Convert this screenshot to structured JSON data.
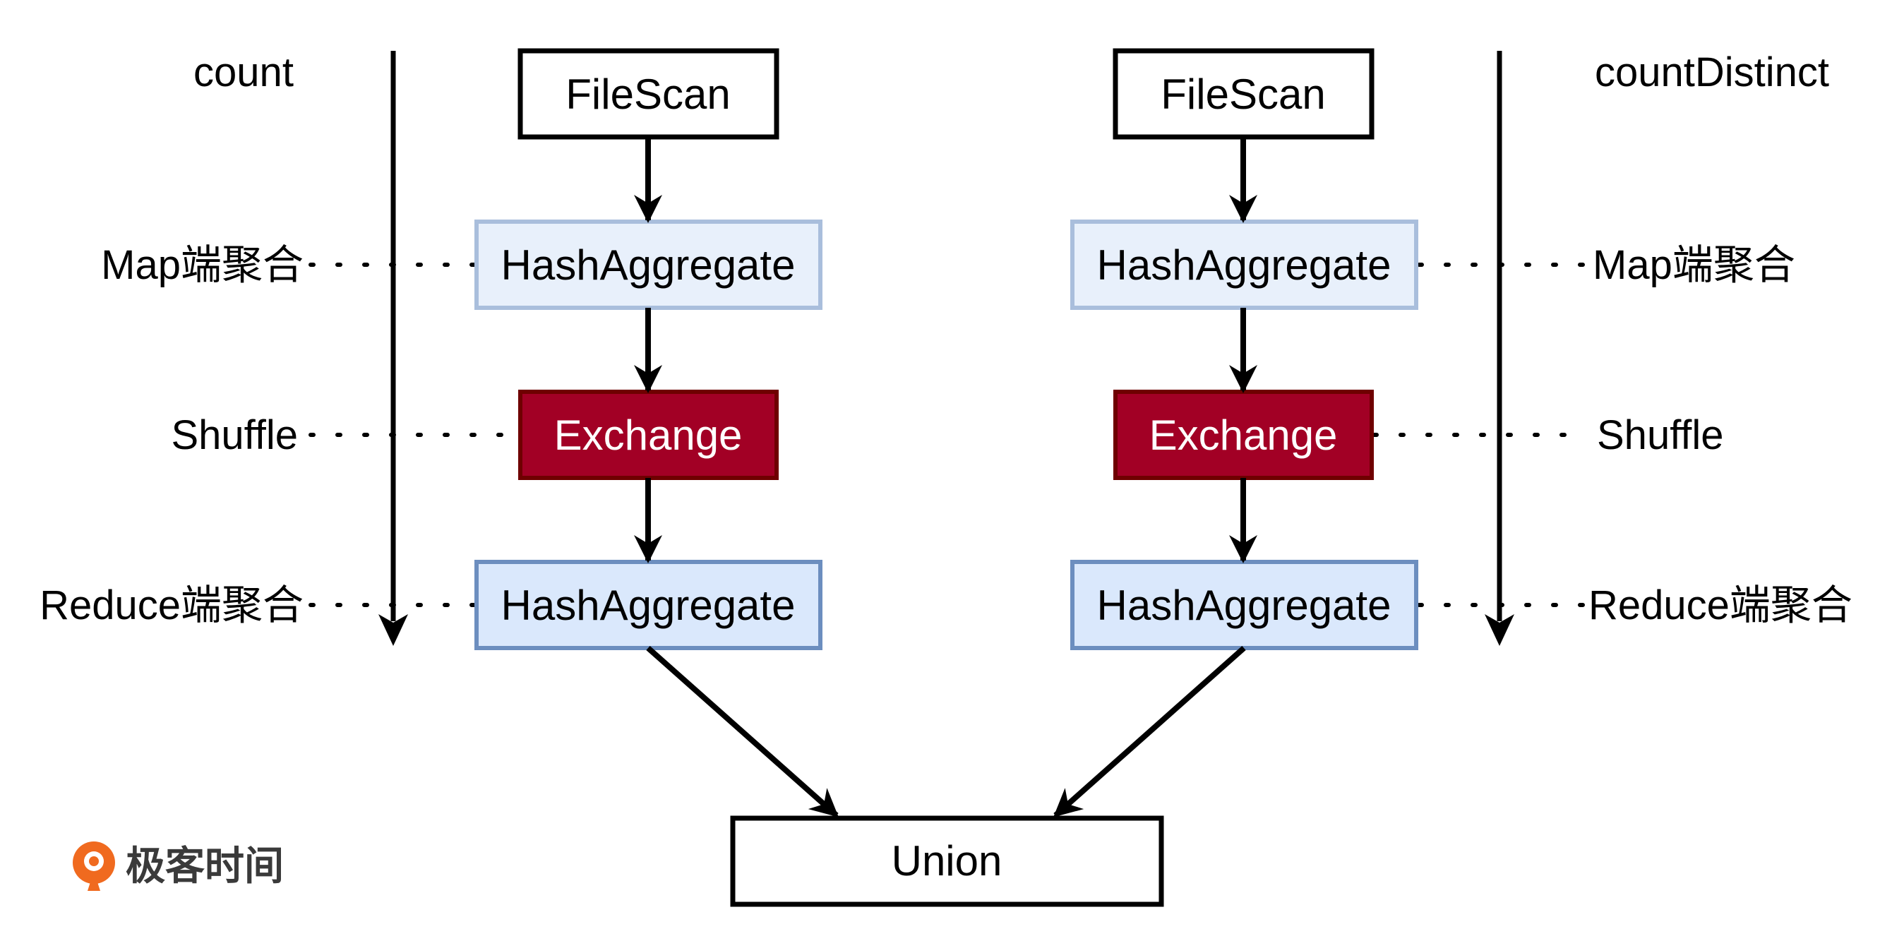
{
  "left": {
    "title": "count",
    "filescan": "FileScan",
    "map_agg": "HashAggregate",
    "exchange": "Exchange",
    "reduce_agg": "HashAggregate",
    "label_map": "Map端聚合",
    "label_shuffle": "Shuffle",
    "label_reduce": "Reduce端聚合"
  },
  "right": {
    "title": "countDistinct",
    "filescan": "FileScan",
    "map_agg": "HashAggregate",
    "exchange": "Exchange",
    "reduce_agg": "HashAggregate",
    "label_map": "Map端聚合",
    "label_shuffle": "Shuffle",
    "label_reduce": "Reduce端聚合"
  },
  "union": "Union",
  "brand": "极客时间",
  "colors": {
    "filescan_fill": "#ffffff",
    "map_agg_fill": "#e8f0fb",
    "map_agg_border": "#a9bedc",
    "exchange_fill": "#a20025",
    "exchange_border": "#6f0000",
    "reduce_agg_fill": "#dae8fc",
    "reduce_agg_border": "#6c8ebf",
    "brand_orange": "#f06a1f"
  }
}
